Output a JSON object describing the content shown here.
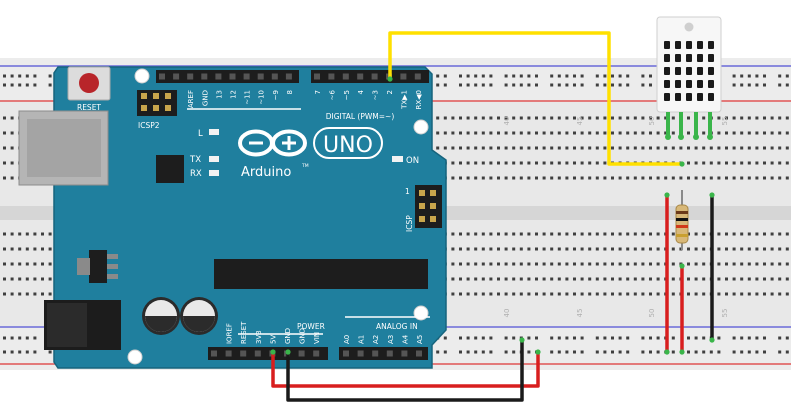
{
  "board": {
    "reset_label": "RESET",
    "icsp2_label": "ICSP2",
    "icsp_label": "ICSP",
    "icsp_pin1": "1",
    "l_label": "L",
    "tx_label": "TX",
    "rx_label": "RX",
    "on_label": "ON",
    "uno_label": "UNO",
    "brand_label": "Arduino",
    "tm_label": "TM",
    "digital_label": "DIGITAL (PWM=~)",
    "power_label": "POWER",
    "analog_label": "ANALOG IN",
    "digital_pins": [
      "AREF",
      "GND",
      "13",
      "12",
      "~11",
      "~10",
      "~9",
      "8",
      "7",
      "~6",
      "~5",
      "4",
      "~3",
      "2",
      "TX▶1",
      "RX◀0"
    ],
    "power_pins": [
      "IOREF",
      "RESET",
      "3V3",
      "5V",
      "GND",
      "GND",
      "VIN"
    ],
    "analog_pins": [
      "A0",
      "A1",
      "A2",
      "A3",
      "A4",
      "A5"
    ]
  },
  "breadboard": {
    "column_labels": [
      "40",
      "45",
      "50",
      "55"
    ]
  },
  "colors": {
    "board": "#1f7f9e",
    "board_edge": "#16647d",
    "wire_yellow": "#ffe000",
    "wire_red": "#d81e1e",
    "wire_black": "#1a1a1a",
    "rail_red": "#e05555",
    "rail_blue": "#6a6ad8",
    "breadboard": "#e9e9e9",
    "hole": "#3f3f3f",
    "pin_green": "#3ab54a"
  }
}
